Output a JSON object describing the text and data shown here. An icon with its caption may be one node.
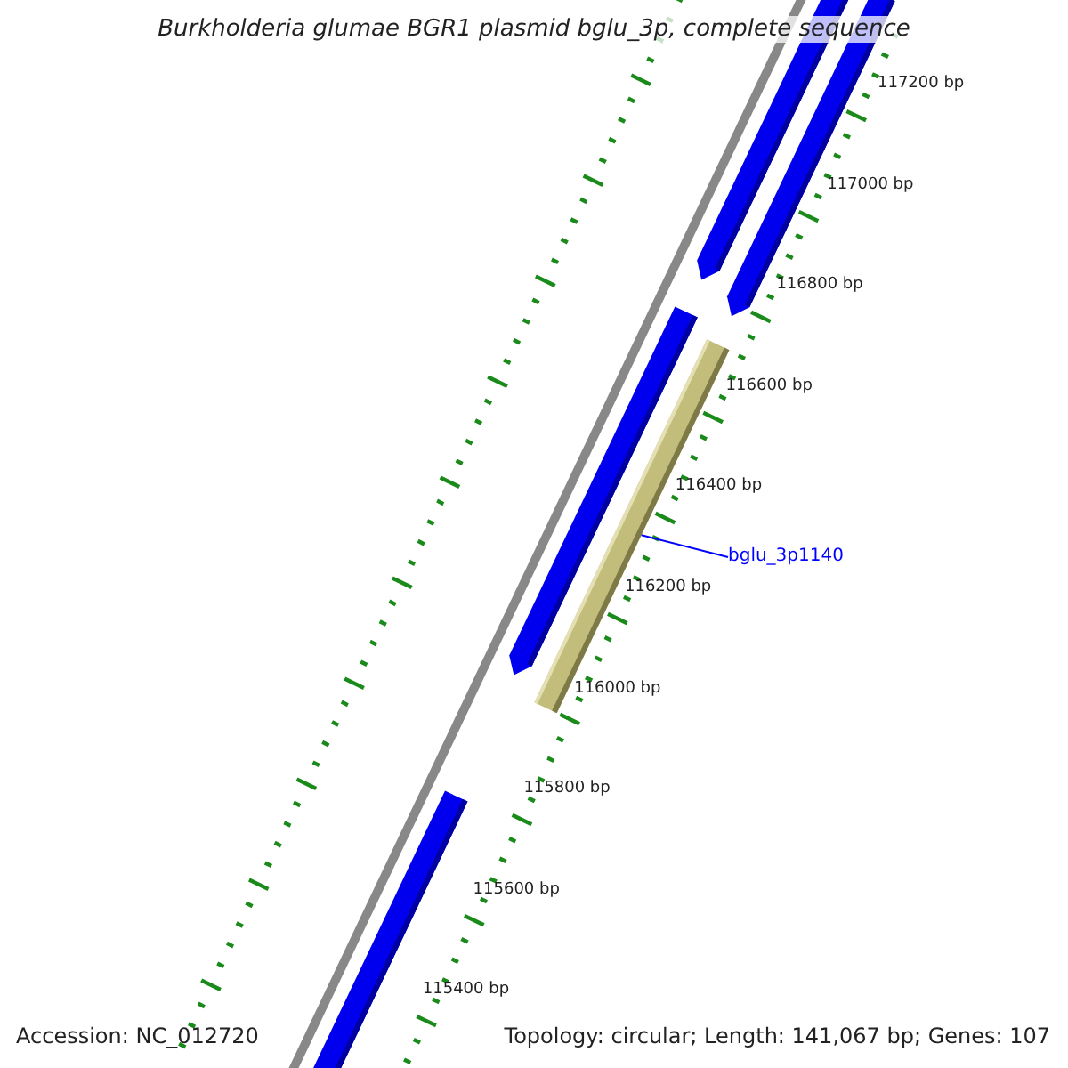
{
  "diagram": {
    "title": "Burkholderia glumae BGR1 plasmid bglu_3p, complete sequence",
    "nodes": [
      {
        "text": [],
        "shape": "bar"
      },
      {
        "text": [
          "bglu_3p1140"
        ]
      }
    ],
    "edges": [
      {
        "from": 1,
        "to": 0,
        "arrow": "none"
      }
    ],
    "labels": [
      "117200 bp",
      "117000 bp",
      "116800 bp",
      "116600 bp",
      "116400 bp",
      "116200 bp",
      "116000 bp",
      "115800 bp",
      "115600 bp",
      "115400 bp",
      "Accession: NC_012720",
      "Topology: circular; Length: 141,067 bp; Genes: 107"
    ]
  }
}
